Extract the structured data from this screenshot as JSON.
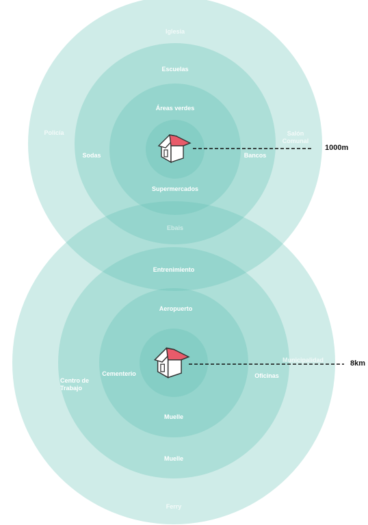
{
  "top_diagram": {
    "distance_label": "1000m",
    "ring_outer": [
      "Iglesia",
      "Policía",
      "Salón Comunal"
    ],
    "ring_middle": [
      "Escuelas",
      "Sodas",
      "Bancos",
      "Ebais"
    ],
    "ring_inner": [
      "Áreas verdes",
      "Supermercados"
    ],
    "center_icon": "house-icon"
  },
  "bottom_diagram": {
    "distance_label": "8km",
    "ring_outer": [
      "Centro de Trabajo",
      "Municipalidad",
      "Ferry"
    ],
    "ring_middle": [
      "Entrenimiento",
      "Muelle"
    ],
    "ring_inner": [
      "Aeropuerto",
      "Cementerio",
      "Oficinas",
      "Muelle"
    ],
    "center_icon": "house-icon"
  },
  "colors": {
    "ring_fill": "#5fc1b2",
    "roof": "#e85b6a",
    "house_wall": "#ffffff",
    "house_stroke": "#333333",
    "label_text": "#ffffff",
    "distance_text": "#111111"
  }
}
